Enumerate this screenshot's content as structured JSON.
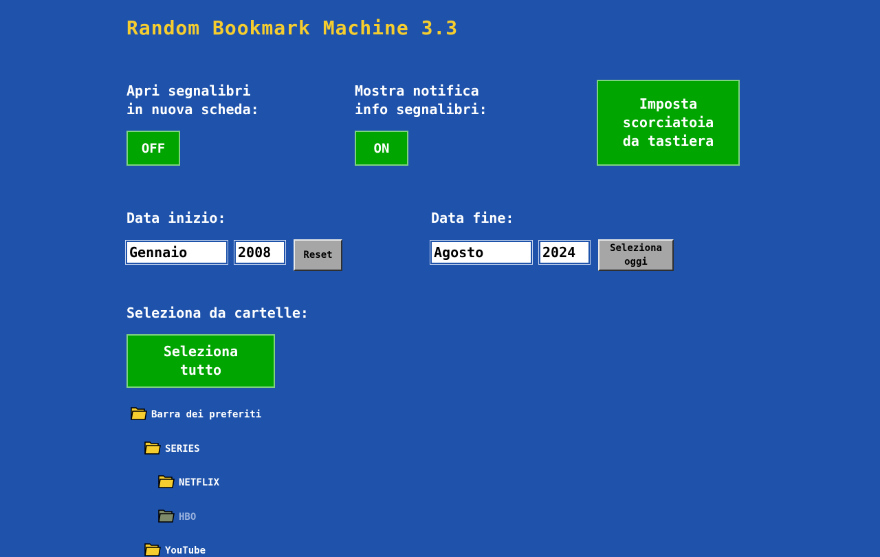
{
  "app": {
    "title": "Random Bookmark Machine 3.3"
  },
  "settings": {
    "open_new_tab_label": "Apri segnalibri\nin nuova scheda:",
    "open_new_tab_value": "OFF",
    "show_info_label": "Mostra notifica\ninfo segnalibri:",
    "show_info_value": "ON",
    "shortcut_button": "Imposta\nscorciatoia\nda tastiera"
  },
  "dates": {
    "start_label": "Data inizio:",
    "start_month": "Gennaio",
    "start_year": "2008",
    "reset_button": "Reset",
    "end_label": "Data fine:",
    "end_month": "Agosto",
    "end_year": "2024",
    "today_button": "Seleziona\noggi"
  },
  "folders": {
    "section_label": "Seleziona da cartelle:",
    "select_all_button": "Seleziona\ntutto",
    "tree": [
      {
        "name": "Barra dei preferiti",
        "level": 0,
        "enabled": true
      },
      {
        "name": "SERIES",
        "level": 1,
        "enabled": true
      },
      {
        "name": "NETFLIX",
        "level": 2,
        "enabled": true
      },
      {
        "name": "HBO",
        "level": 2,
        "enabled": false
      },
      {
        "name": "YouTube",
        "level": 1,
        "enabled": true
      }
    ]
  },
  "colors": {
    "background": "#1f53ab",
    "title": "#f5cd2e",
    "button_green": "#00a500",
    "button_grey": "#a6a6a6",
    "folder_enabled": "#f5cd2e",
    "folder_disabled": "#7e8a6a"
  },
  "icons": {
    "folder_enabled": "folder-icon",
    "folder_disabled": "folder-disabled-icon"
  }
}
